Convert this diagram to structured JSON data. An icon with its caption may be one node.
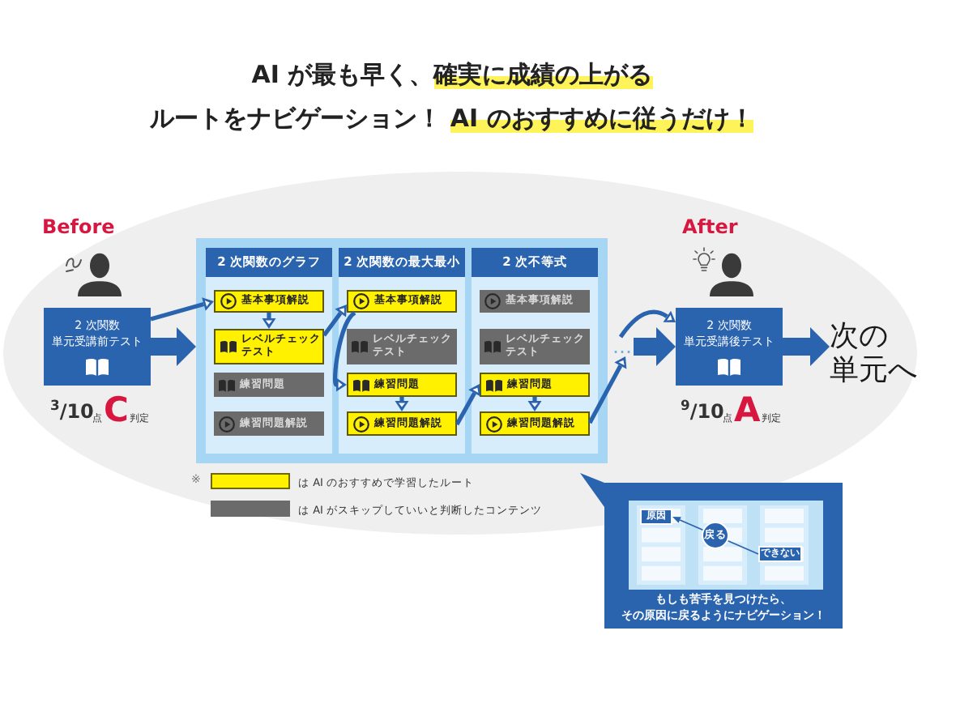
{
  "diagram": {
    "title": "AI が最も早く、確実に成績の上がるルートをナビゲーション！ AI のおすすめに従うだけ！",
    "nodes": [
      {
        "text": [
          "2 次関数単元受講前テスト"
        ],
        "beside": [
          "$^{3}$/10",
          "点",
          "C",
          "判定"
        ]
      },
      {
        "text": [],
        "shape": "box"
      },
      {
        "text": [
          "2 次関数のグラフ"
        ],
        "in": 1
      },
      {
        "text": [
          "基本事項解説"
        ],
        "in": 2
      },
      {
        "text": [
          "レベルチェックテスト"
        ],
        "in": 2
      },
      {
        "text": [
          "練習問題"
        ],
        "in": 2
      },
      {
        "text": [
          "練習問題解説"
        ],
        "in": 2
      },
      {
        "text": [
          "2 次関数の最大最小"
        ],
        "in": 1
      },
      {
        "text": [
          "基本事項解説"
        ],
        "in": 7
      },
      {
        "text": [
          "レベルチェックテスト"
        ],
        "in": 7
      },
      {
        "text": [
          "練習問題"
        ],
        "in": 7
      },
      {
        "text": [
          "練習問題解説"
        ],
        "in": 7
      },
      {
        "text": [
          "2 次不等式"
        ],
        "in": 1
      },
      {
        "text": [
          "基本事項解説"
        ],
        "in": 12
      },
      {
        "text": [
          "レベルチェックテスト"
        ],
        "in": 12
      },
      {
        "text": [
          "練習問題"
        ],
        "in": 12
      },
      {
        "text": [
          "練習問題解説"
        ],
        "in": 12
      },
      {
        "text": [
          "…"
        ]
      },
      {
        "text": [
          "2 次関数単元受講後テスト"
        ],
        "beside": [
          "$^{9}$/10",
          "点",
          "A",
          "判定"
        ]
      },
      {
        "text": [
          "次の単元へ"
        ]
      },
      {
        "text": [
          "もしも苦手を見つけたら、その原因に戻るようにナビゲーション！"
        ]
      },
      {
        "text": [
          "原因"
        ],
        "in": 20
      },
      {
        "text": [
          "できない"
        ],
        "in": 20
      }
    ],
    "edges": [
      {
        "from": 0,
        "to": 1,
        "arrow": "to",
        "style": "thick"
      },
      {
        "from": 0,
        "to": 3,
        "arrow": "to"
      },
      {
        "from": 3,
        "to": 4,
        "arrow": "to"
      },
      {
        "from": 4,
        "to": 8,
        "arrow": "to"
      },
      {
        "from": 8,
        "to": 10,
        "arrow": "to"
      },
      {
        "from": 10,
        "to": 11,
        "arrow": "to"
      },
      {
        "from": 11,
        "to": 15,
        "arrow": "to"
      },
      {
        "from": 15,
        "to": 16,
        "arrow": "to"
      },
      {
        "from": 16,
        "to": 17,
        "arrow": "to"
      },
      {
        "from": 17,
        "to": 18,
        "arrow": "to"
      },
      {
        "from": 17,
        "to": 18,
        "arrow": "to",
        "style": "thick"
      },
      {
        "from": 18,
        "to": 19,
        "arrow": "to",
        "style": "thick"
      },
      {
        "from": 22,
        "to": 21,
        "arrow": "to",
        "label": "戻る"
      }
    ],
    "labels": [
      "Before",
      "After",
      "※"
    ],
    "legend": [
      {
        "text": "は AI のおすすめで学習したルート",
        "color": "#fff100"
      },
      {
        "text": "は AI がスキップしていいと判断したコンテンツ",
        "color": "#6b6b6b"
      }
    ]
  }
}
